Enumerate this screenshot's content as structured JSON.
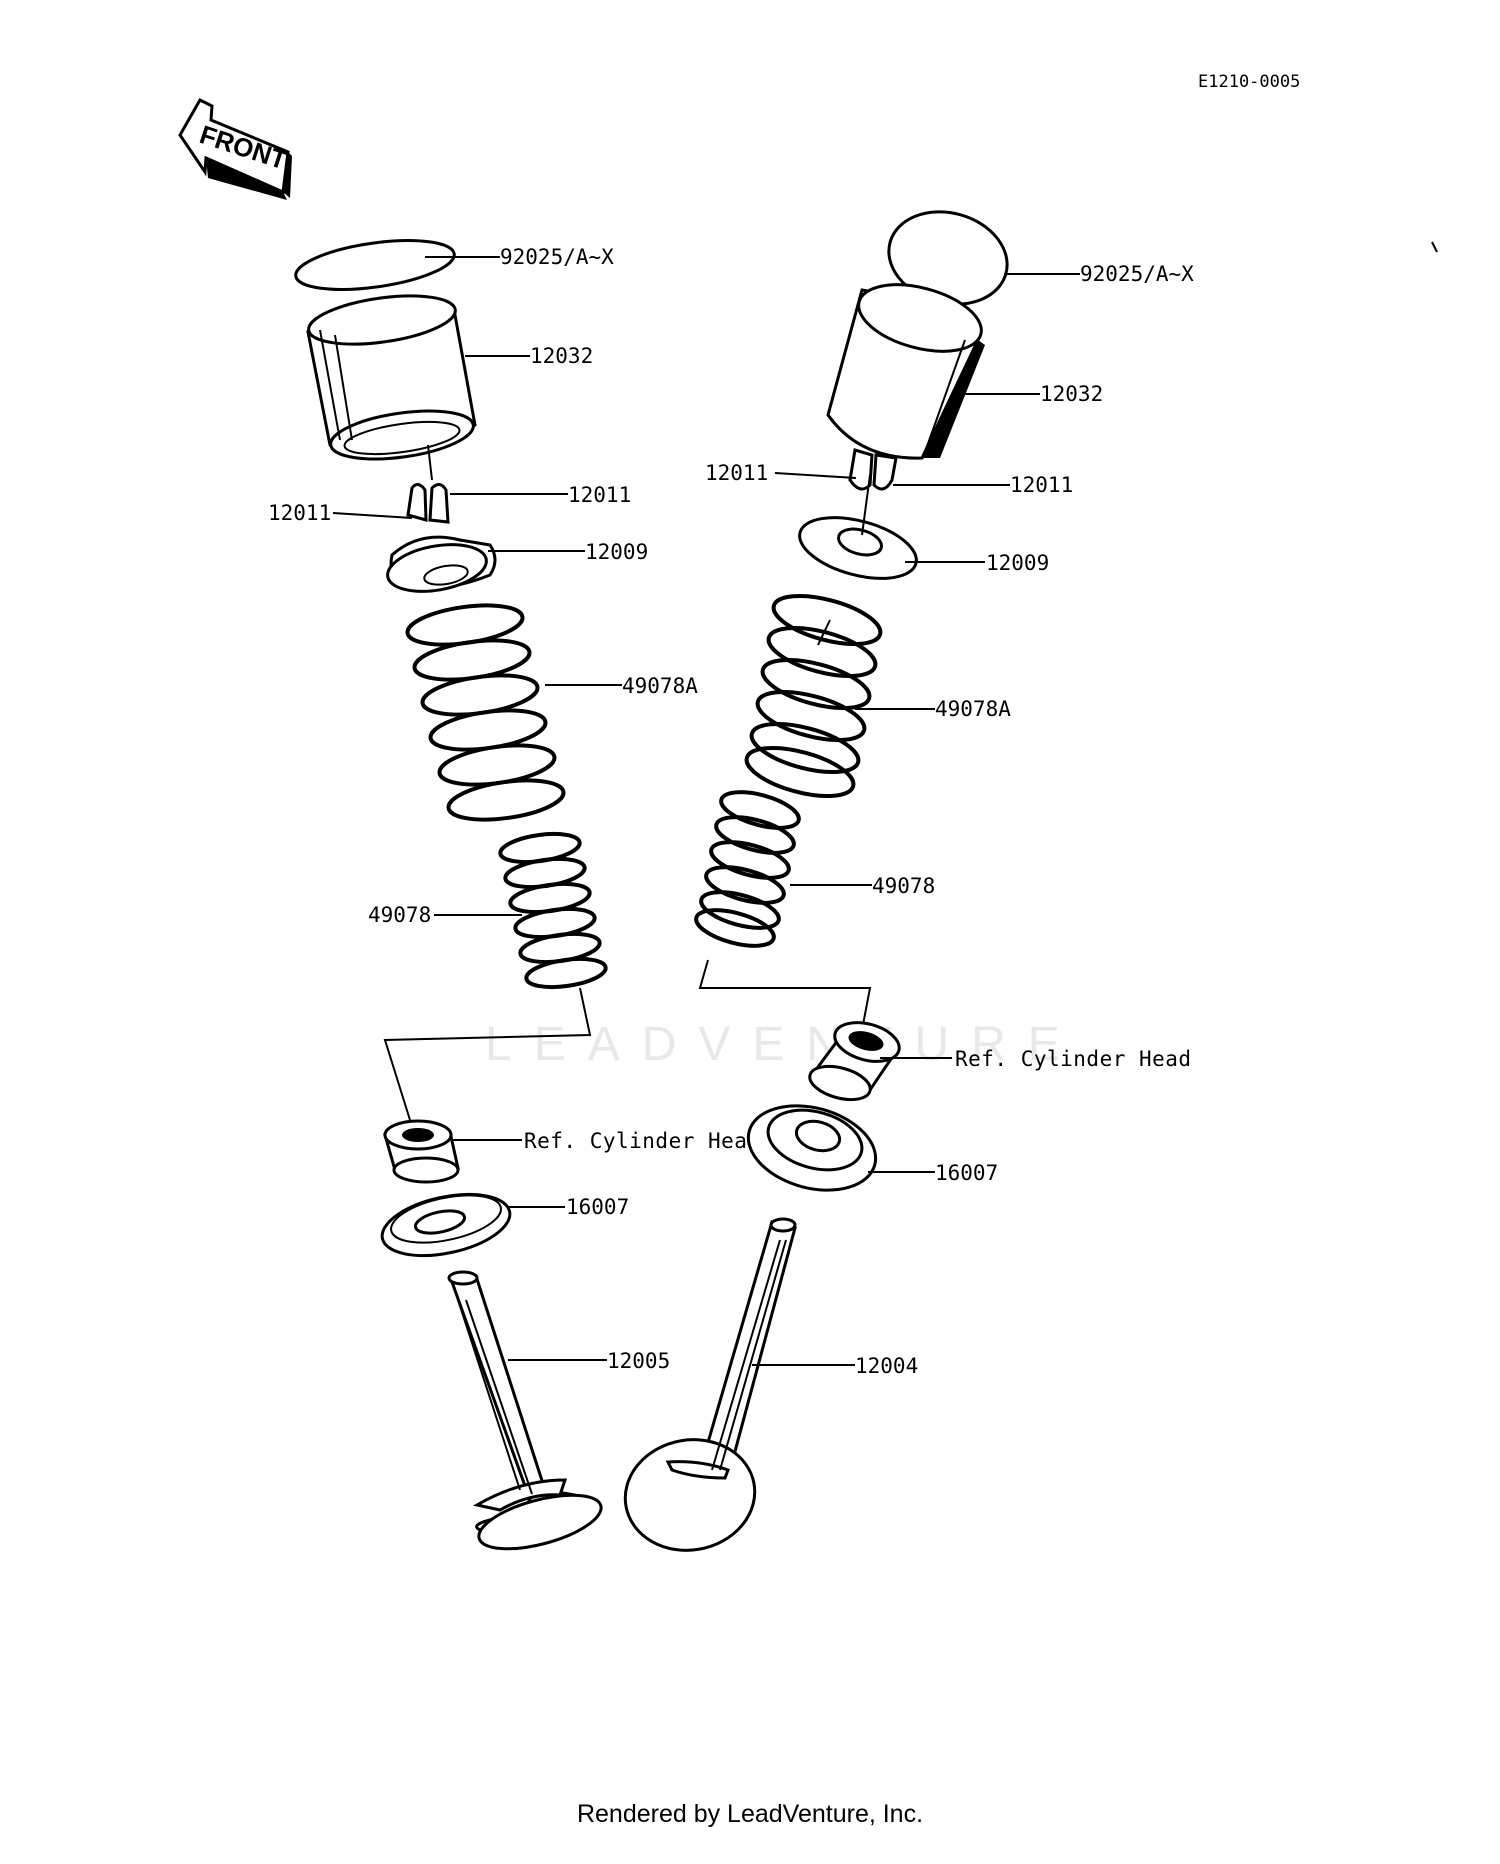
{
  "diagram_code": "E1210-0005",
  "front_label": "FRONT",
  "watermark": "LEADVENTURE",
  "footer": "Rendered by LeadVenture, Inc.",
  "left_stack": {
    "shim": "92025/A~X",
    "tappet": "12032",
    "keeper_right": "12011",
    "keeper_left": "12011",
    "retainer": "12009",
    "outer_spring": "49078A",
    "inner_spring": "49078",
    "guide": "Ref.  Cylinder Head",
    "seat": "16007",
    "valve": "12005"
  },
  "right_stack": {
    "shim": "92025/A~X",
    "tappet": "12032",
    "keeper_left": "12011",
    "keeper_right": "12011",
    "retainer": "12009",
    "outer_spring": "49078A",
    "inner_spring": "49078",
    "guide": "Ref.  Cylinder Head",
    "seat": "16007",
    "valve": "12004"
  }
}
